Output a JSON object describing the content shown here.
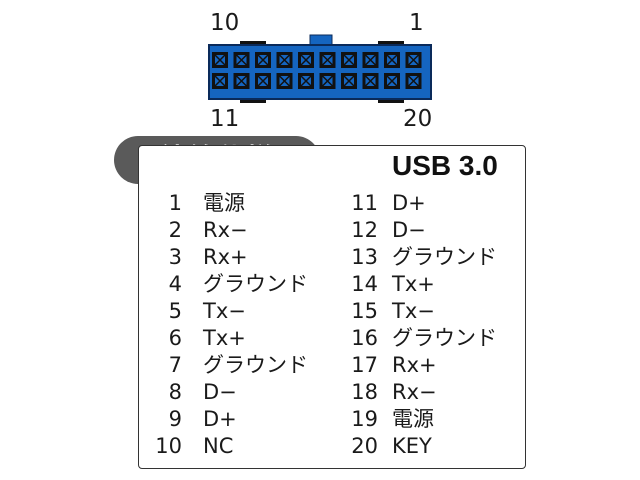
{
  "connector": {
    "pin_labels": {
      "top_left": "10",
      "top_right": "1",
      "bottom_left": "11",
      "bottom_right": "20"
    },
    "body_color": "#1565c0",
    "pin_color": "#111111"
  },
  "spec": {
    "heading": "結線仕様",
    "title": "USB 3.0",
    "left_pins": [
      {
        "num": "1",
        "signal": "電源"
      },
      {
        "num": "2",
        "signal": "Rx−"
      },
      {
        "num": "3",
        "signal": "Rx+"
      },
      {
        "num": "4",
        "signal": "グラウンド"
      },
      {
        "num": "5",
        "signal": "Tx−"
      },
      {
        "num": "6",
        "signal": "Tx+"
      },
      {
        "num": "7",
        "signal": "グラウンド"
      },
      {
        "num": "8",
        "signal": "D−"
      },
      {
        "num": "9",
        "signal": "D+"
      },
      {
        "num": "10",
        "signal": "NC"
      }
    ],
    "right_pins": [
      {
        "num": "11",
        "signal": "D+"
      },
      {
        "num": "12",
        "signal": "D−"
      },
      {
        "num": "13",
        "signal": "グラウンド"
      },
      {
        "num": "14",
        "signal": "Tx+"
      },
      {
        "num": "15",
        "signal": "Tx−"
      },
      {
        "num": "16",
        "signal": "グラウンド"
      },
      {
        "num": "17",
        "signal": "Rx+"
      },
      {
        "num": "18",
        "signal": "Rx−"
      },
      {
        "num": "19",
        "signal": "電源"
      },
      {
        "num": "20",
        "signal": "KEY"
      }
    ]
  }
}
